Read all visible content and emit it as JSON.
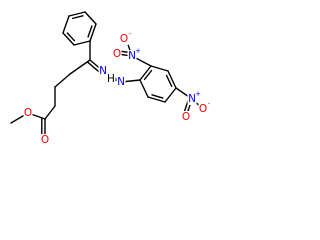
{
  "molecule": {
    "colors": {
      "bond": "#000000",
      "N": "#0000ff",
      "O": "#ff0000",
      "C": "#000000"
    },
    "atoms": [
      {
        "id": "ph1",
        "element": "C",
        "label": ""
      },
      {
        "id": "ph2",
        "element": "C",
        "label": ""
      },
      {
        "id": "ph3",
        "element": "C",
        "label": ""
      },
      {
        "id": "ph4",
        "element": "C",
        "label": ""
      },
      {
        "id": "ph5",
        "element": "C",
        "label": ""
      },
      {
        "id": "ph6",
        "element": "C",
        "label": ""
      },
      {
        "id": "c5",
        "element": "C",
        "label": ""
      },
      {
        "id": "c4",
        "element": "C",
        "label": ""
      },
      {
        "id": "c3",
        "element": "C",
        "label": ""
      },
      {
        "id": "c2",
        "element": "C",
        "label": ""
      },
      {
        "id": "c1",
        "element": "C",
        "label": ""
      },
      {
        "id": "o_carbonyl",
        "element": "O",
        "label": "O"
      },
      {
        "id": "o_ester",
        "element": "O",
        "label": "O"
      },
      {
        "id": "c_methyl",
        "element": "C",
        "label": ""
      },
      {
        "id": "n_imine",
        "element": "N",
        "label": "N"
      },
      {
        "id": "n_hydrazine",
        "element": "N",
        "label": "N"
      },
      {
        "id": "h_nh",
        "element": "H",
        "label": "H"
      },
      {
        "id": "ar1",
        "element": "C",
        "label": ""
      },
      {
        "id": "ar2",
        "element": "C",
        "label": ""
      },
      {
        "id": "ar3",
        "element": "C",
        "label": ""
      },
      {
        "id": "ar4",
        "element": "C",
        "label": ""
      },
      {
        "id": "ar5",
        "element": "C",
        "label": ""
      },
      {
        "id": "ar6",
        "element": "C",
        "label": ""
      },
      {
        "id": "n_nitro_ortho",
        "element": "N",
        "label": "N",
        "charge": "+"
      },
      {
        "id": "o_nitro_ortho_a",
        "element": "O",
        "label": "O",
        "charge": "-"
      },
      {
        "id": "o_nitro_ortho_b",
        "element": "O",
        "label": "O"
      },
      {
        "id": "n_nitro_para",
        "element": "N",
        "label": "N",
        "charge": "+"
      },
      {
        "id": "o_nitro_para_a",
        "element": "O",
        "label": "O",
        "charge": "-"
      },
      {
        "id": "o_nitro_para_b",
        "element": "O",
        "label": "O"
      }
    ],
    "bonds": [
      {
        "from": "ph1",
        "to": "ph2",
        "order": 2
      },
      {
        "from": "ph2",
        "to": "ph3",
        "order": 1
      },
      {
        "from": "ph3",
        "to": "ph4",
        "order": 2
      },
      {
        "from": "ph4",
        "to": "ph5",
        "order": 1
      },
      {
        "from": "ph5",
        "to": "ph6",
        "order": 2
      },
      {
        "from": "ph6",
        "to": "ph1",
        "order": 1
      },
      {
        "from": "ph4",
        "to": "c5",
        "order": 1
      },
      {
        "from": "c5",
        "to": "c4",
        "order": 1
      },
      {
        "from": "c4",
        "to": "c3",
        "order": 1
      },
      {
        "from": "c3",
        "to": "c2",
        "order": 1
      },
      {
        "from": "c2",
        "to": "c1",
        "order": 1
      },
      {
        "from": "c1",
        "to": "o_carbonyl",
        "order": 2
      },
      {
        "from": "c1",
        "to": "o_ester",
        "order": 1
      },
      {
        "from": "o_ester",
        "to": "c_methyl",
        "order": 1
      },
      {
        "from": "c5",
        "to": "n_imine",
        "order": 2
      },
      {
        "from": "n_imine",
        "to": "n_hydrazine",
        "order": 1
      },
      {
        "from": "n_hydrazine",
        "to": "h_nh",
        "order": 1
      },
      {
        "from": "n_hydrazine",
        "to": "ar1",
        "order": 1
      },
      {
        "from": "ar1",
        "to": "ar2",
        "order": 2
      },
      {
        "from": "ar2",
        "to": "ar3",
        "order": 1
      },
      {
        "from": "ar3",
        "to": "ar4",
        "order": 2
      },
      {
        "from": "ar4",
        "to": "ar5",
        "order": 1
      },
      {
        "from": "ar5",
        "to": "ar6",
        "order": 2
      },
      {
        "from": "ar6",
        "to": "ar1",
        "order": 1
      },
      {
        "from": "ar2",
        "to": "n_nitro_ortho",
        "order": 1
      },
      {
        "from": "n_nitro_ortho",
        "to": "o_nitro_ortho_a",
        "order": 1
      },
      {
        "from": "n_nitro_ortho",
        "to": "o_nitro_ortho_b",
        "order": 2
      },
      {
        "from": "ar4",
        "to": "n_nitro_para",
        "order": 1
      },
      {
        "from": "n_nitro_para",
        "to": "o_nitro_para_a",
        "order": 1
      },
      {
        "from": "n_nitro_para",
        "to": "o_nitro_para_b",
        "order": 2
      }
    ]
  }
}
